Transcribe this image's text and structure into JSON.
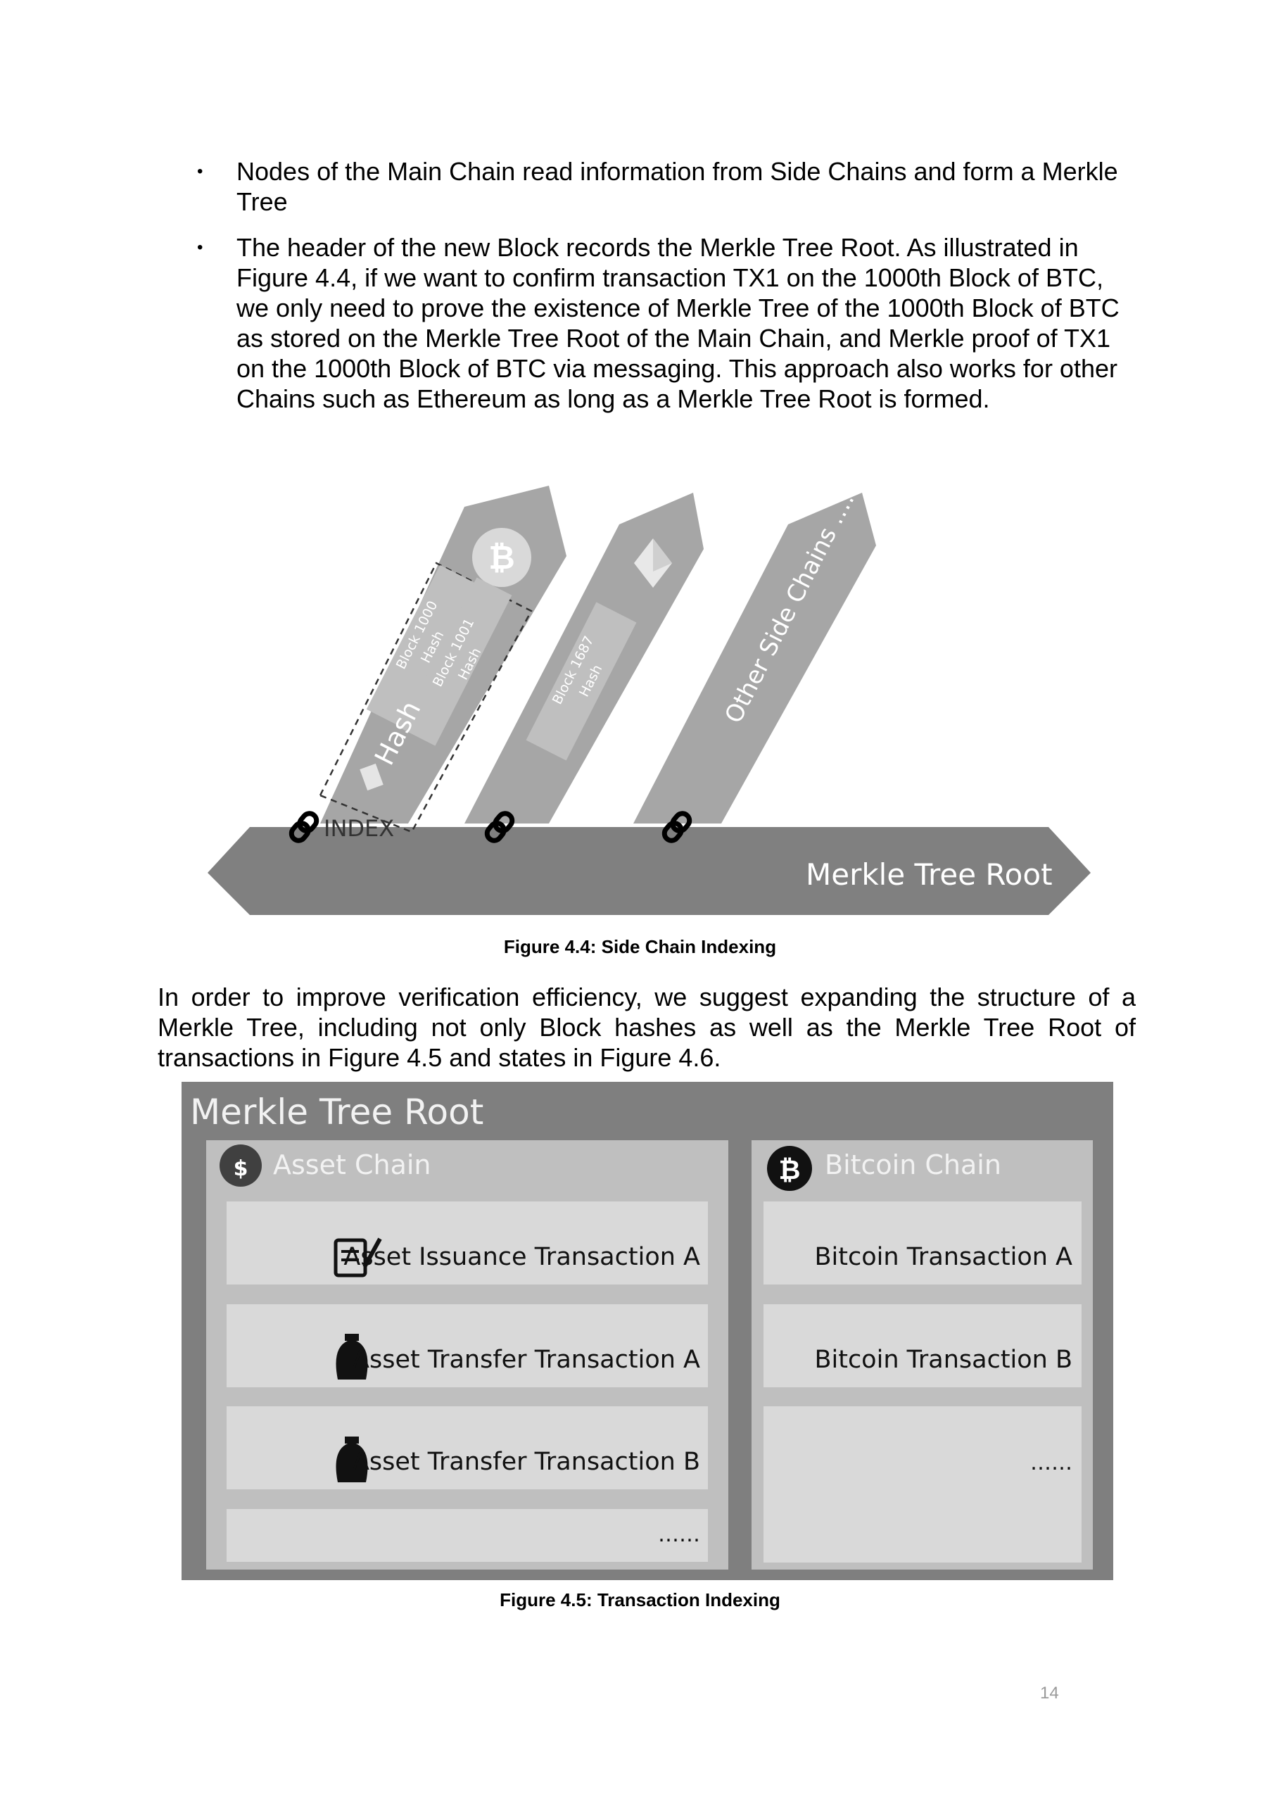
{
  "bullets": [
    "Nodes of the Main Chain read information from Side Chains and form a Merkle Tree",
    "The header of the new Block records the Merkle Tree Root. As illustrated in Figure 4.4, if we want to confirm transaction TX1 on the 1000th Block of BTC, we only need to prove the existence of Merkle Tree of the 1000th Block of BTC as stored on the Merkle Tree Root of the Main Chain, and Merkle proof of TX1 on the 1000th Block of BTC via messaging. This approach also works for other Chains such as Ethereum as long as a Merkle Tree Root is formed."
  ],
  "figure44": {
    "caption": "Figure 4.4: Side Chain Indexing",
    "root_label": "Merkle Tree Root",
    "index_label": "INDEX",
    "hash_label": "Hash",
    "btc_blocks": [
      "Block 1000",
      "Hash",
      "Block 1001",
      "Hash"
    ],
    "eth_block": [
      "Block 1687",
      "Hash"
    ],
    "other_label": "Other Side Chains ……",
    "icons": [
      "bitcoin-icon",
      "ethereum-icon",
      "chain-link-icon",
      "document-icon"
    ]
  },
  "paragraph": "In order to improve verification efficiency, we suggest expanding the structure of a Merkle Tree, including not only Block hashes as well as the Merkle Tree Root of transactions in Figure 4.5 and states in Figure 4.6.",
  "figure45": {
    "caption": "Figure 4.5: Transaction Indexing",
    "root_label": "Merkle Tree Root",
    "asset_chain": {
      "title": "Asset Chain",
      "rows": [
        "Asset Issuance Transaction A",
        "Asset Transfer Transaction A",
        "Asset Transfer Transaction B",
        "……"
      ]
    },
    "bitcoin_chain": {
      "title": "Bitcoin Chain",
      "rows": [
        "Bitcoin Transaction A",
        "Bitcoin Transaction B",
        "……"
      ]
    },
    "colors": {
      "outer": "#7f7f7f",
      "panel": "#bfbfbf",
      "row": "#d9d9d9",
      "text_light": "#f2f2f2"
    }
  },
  "page_number": "14"
}
